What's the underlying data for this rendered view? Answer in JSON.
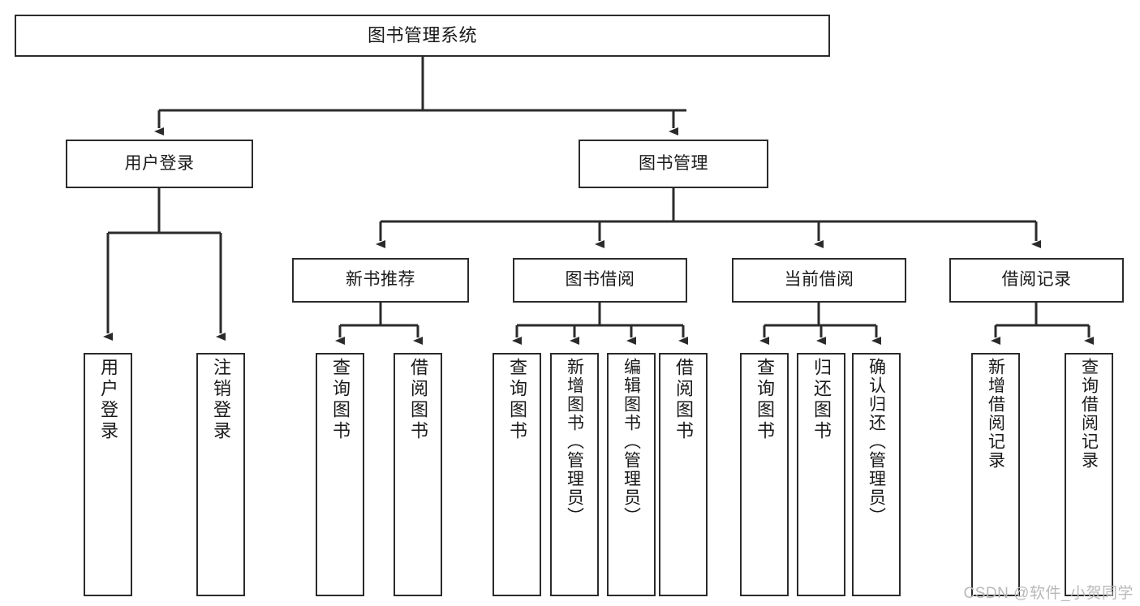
{
  "diagram": {
    "title": "图书管理系统",
    "type": "tree-hierarchy",
    "colors": {
      "background": "#ffffff",
      "box_border": "#2b2b2b",
      "box_fill": "#ffffff",
      "text": "#1a1a1a",
      "connector": "#2b2b2b",
      "watermark": "#b9b9b9"
    },
    "levels": {
      "root": {
        "label": "图书管理系统"
      },
      "level1": [
        {
          "id": "user-login",
          "label": "用户登录"
        },
        {
          "id": "book-management",
          "label": "图书管理"
        }
      ],
      "level2": [
        {
          "id": "new-book-recommend",
          "label": "新书推荐",
          "parent": "book-management"
        },
        {
          "id": "book-borrow",
          "label": "图书借阅",
          "parent": "book-management"
        },
        {
          "id": "current-borrow",
          "label": "当前借阅",
          "parent": "book-management"
        },
        {
          "id": "borrow-record",
          "label": "借阅记录",
          "parent": "book-management"
        }
      ],
      "leaves": [
        {
          "id": "leaf-user-login",
          "label": "用户登录",
          "parent": "user-login"
        },
        {
          "id": "leaf-logout-login",
          "label": "注销登录",
          "parent": "user-login"
        },
        {
          "id": "leaf-query-book-1",
          "label": "查询图书",
          "parent": "new-book-recommend"
        },
        {
          "id": "leaf-borrow-book-1",
          "label": "借阅图书",
          "parent": "new-book-recommend"
        },
        {
          "id": "leaf-query-book-2",
          "label": "查询图书",
          "parent": "book-borrow"
        },
        {
          "id": "leaf-add-book",
          "label": "新增图书（管理员）",
          "parent": "book-borrow"
        },
        {
          "id": "leaf-edit-book",
          "label": "编辑图书（管理员）",
          "parent": "book-borrow"
        },
        {
          "id": "leaf-borrow-book-2",
          "label": "借阅图书",
          "parent": "book-borrow"
        },
        {
          "id": "leaf-query-book-3",
          "label": "查询图书",
          "parent": "current-borrow"
        },
        {
          "id": "leaf-return-book",
          "label": "归还图书",
          "parent": "current-borrow"
        },
        {
          "id": "leaf-confirm-return",
          "label": "确认归还（管理员）",
          "parent": "current-borrow"
        },
        {
          "id": "leaf-add-record",
          "label": "新增借阅记录",
          "parent": "borrow-record"
        },
        {
          "id": "leaf-query-record",
          "label": "查询借阅记录",
          "parent": "borrow-record"
        }
      ]
    },
    "watermark": "CSDN @软件_小贺同学"
  }
}
